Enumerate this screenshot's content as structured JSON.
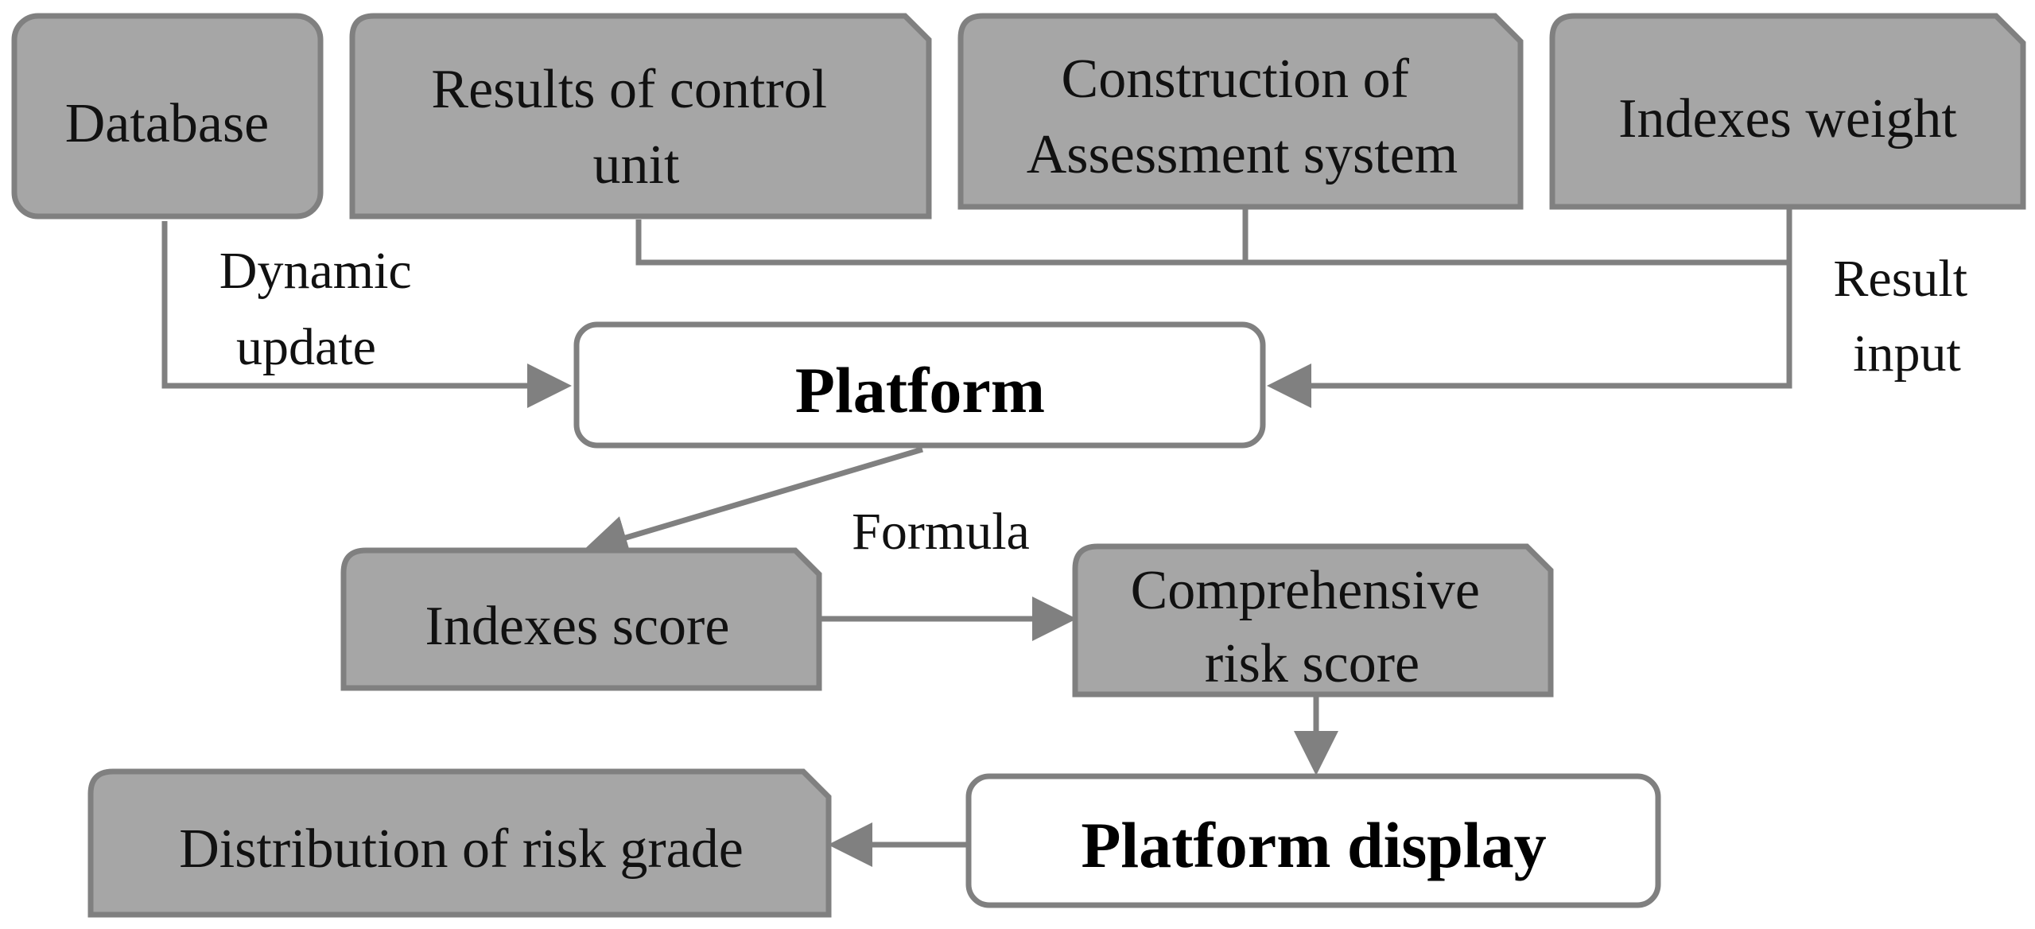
{
  "colors": {
    "box_fill": "#a6a6a6",
    "box_stroke": "#808080",
    "platform_fill": "#ffffff",
    "connector": "#808080",
    "text": "#111111"
  },
  "nodes": {
    "database": "Database",
    "results_control_unit": [
      "Results of control",
      "unit"
    ],
    "construction_assessment": [
      "Construction of",
      "Assessment system"
    ],
    "indexes_weight": "Indexes weight",
    "platform": "Platform",
    "indexes_score": "Indexes score",
    "comprehensive_risk_score": [
      "Comprehensive",
      "risk score"
    ],
    "platform_display": "Platform display",
    "distribution_risk_grade": "Distribution of risk grade"
  },
  "edge_labels": {
    "dynamic_update": [
      "Dynamic",
      "update"
    ],
    "result_input": [
      "Result",
      "input"
    ],
    "formula": "Formula"
  },
  "icons": {
    "box_shape": "snipped-corner-rectangle",
    "arrowhead": "triangle-arrowhead"
  }
}
